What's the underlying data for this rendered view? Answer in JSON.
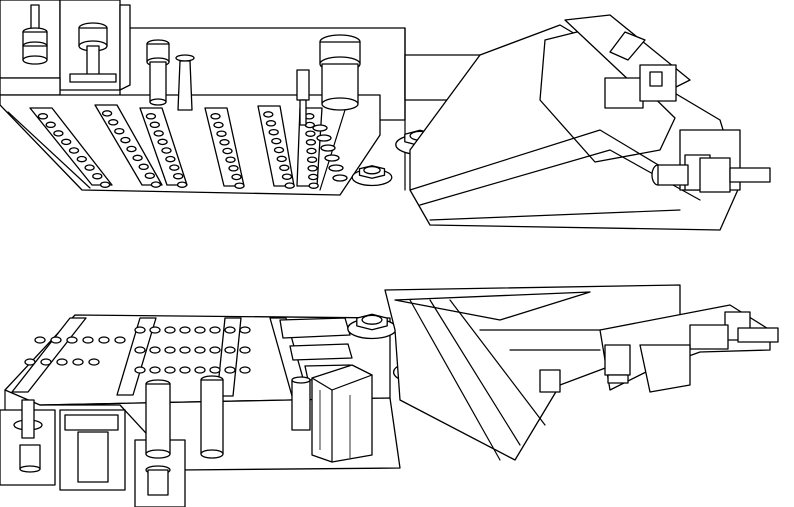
{
  "figure": {
    "style": "black line art on white",
    "views": [
      "upper-view",
      "lower-view"
    ],
    "colors": {
      "ink": "#000000",
      "paper": "#ffffff"
    }
  }
}
